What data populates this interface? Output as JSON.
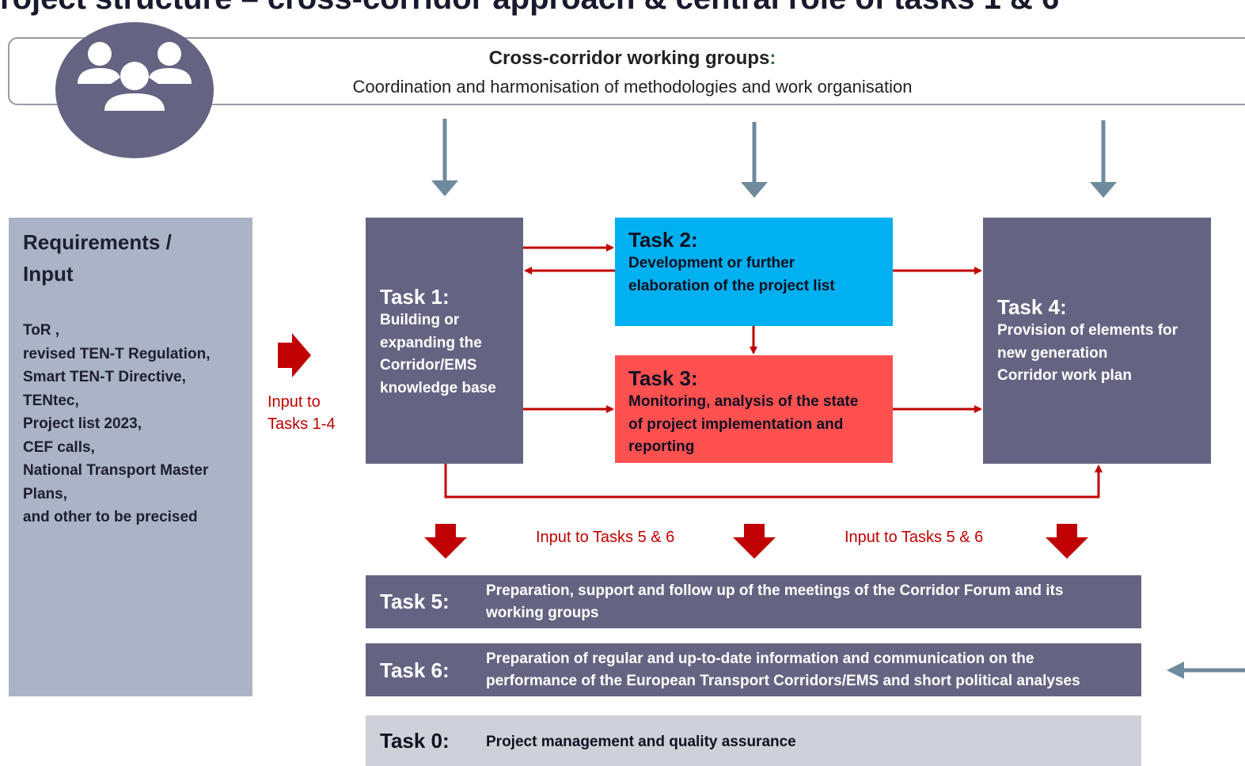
{
  "page": {
    "title": "roject structure – cross-corridor approach & central role of tasks 1 & 6"
  },
  "banner": {
    "title": "Cross-corridor working groups",
    "title_colon": ":",
    "subtitle": "Coordination and harmonisation of methodologies and work organisation",
    "icon": "people-group-icon"
  },
  "requirements": {
    "title_line1": "Requirements /",
    "title_line2": "Input",
    "items": [
      "ToR ,",
      "revised TEN-T Regulation,",
      "Smart TEN-T Directive,",
      "TENtec,",
      "Project list 2023,",
      "CEF calls,",
      "National Transport Master",
      "Plans,",
      "and other to be precised"
    ],
    "input_label_line1": "Input to",
    "input_label_line2": "Tasks 1-4"
  },
  "tasks": {
    "task1": {
      "label": "Task 1:",
      "lines": [
        "Building or",
        "expanding the",
        "Corridor/EMS",
        "knowledge base"
      ],
      "color": "#646482"
    },
    "task2": {
      "label": "Task 2:",
      "lines": [
        "Development or further",
        "elaboration of the project list"
      ],
      "color": "#00b0f0"
    },
    "task3": {
      "label": "Task 3:",
      "lines": [
        "Monitoring, analysis of the state",
        "of project implementation and",
        "reporting"
      ],
      "color": "#ff5050"
    },
    "task4": {
      "label": "Task 4:",
      "lines": [
        "Provision of elements for",
        "new generation",
        "Corridor work plan"
      ],
      "color": "#646482"
    }
  },
  "inputs_5_6": [
    "Input to Tasks 5 & 6",
    "Input to Tasks 5 & 6"
  ],
  "bars": {
    "task5": {
      "label": "Task 5:",
      "lines": [
        "Preparation, support and follow up of the meetings of the Corridor Forum and its",
        "working groups"
      ]
    },
    "task6": {
      "label": "Task 6:",
      "lines": [
        "Preparation of regular and up-to-date information and communication on the",
        "performance of the European Transport Corridors/EMS and short political analyses"
      ]
    },
    "task0": {
      "label": "Task 0:",
      "lines": [
        "Project management  and quality assurance"
      ]
    }
  },
  "colors": {
    "arrow_red": "#c00000",
    "arrow_grey": "#6f8a9c",
    "box_grey": "#646482",
    "input_panel": "#aab4c6",
    "task0_bg": "#d0d0d8"
  }
}
